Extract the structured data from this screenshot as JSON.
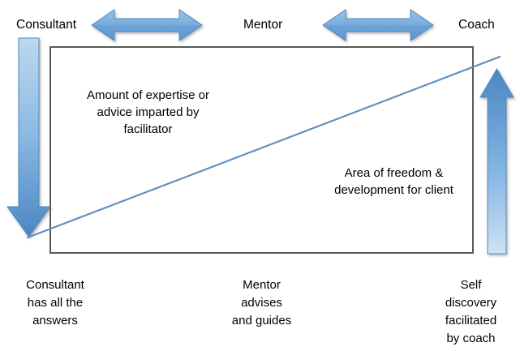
{
  "diagram": {
    "title_row": {
      "left_label": "Consultant",
      "middle_label": "Mentor",
      "right_label": "Coach"
    },
    "arrows": {
      "left_vertical": {
        "name": "down-arrow",
        "direction": "down",
        "color_top": "#BDD7EE",
        "color_bottom": "#4A87C4"
      },
      "right_vertical": {
        "name": "up-arrow",
        "direction": "up",
        "color_top": "#4A87C4",
        "color_bottom": "#CFE2F5"
      },
      "top_left_double": {
        "name": "double-headed-arrow",
        "direction": "left-right",
        "color": "#6FA8DC"
      },
      "top_right_double": {
        "name": "double-headed-arrow",
        "direction": "left-right",
        "color": "#6FA8DC"
      }
    },
    "box": {
      "border_color": "#595959",
      "diagonal_color": "#5B8DC0",
      "upper_text": "Amount of expertise or\nadvice imparted by\nfacilitator",
      "lower_text": "Area of freedom &\ndevelopment for  client"
    },
    "bottom_labels": {
      "left": "Consultant\nhas all the\nanswers",
      "middle": "Mentor\nadvises\nand guides",
      "right": "Self\ndiscovery\nfacilitated\nby coach"
    }
  }
}
